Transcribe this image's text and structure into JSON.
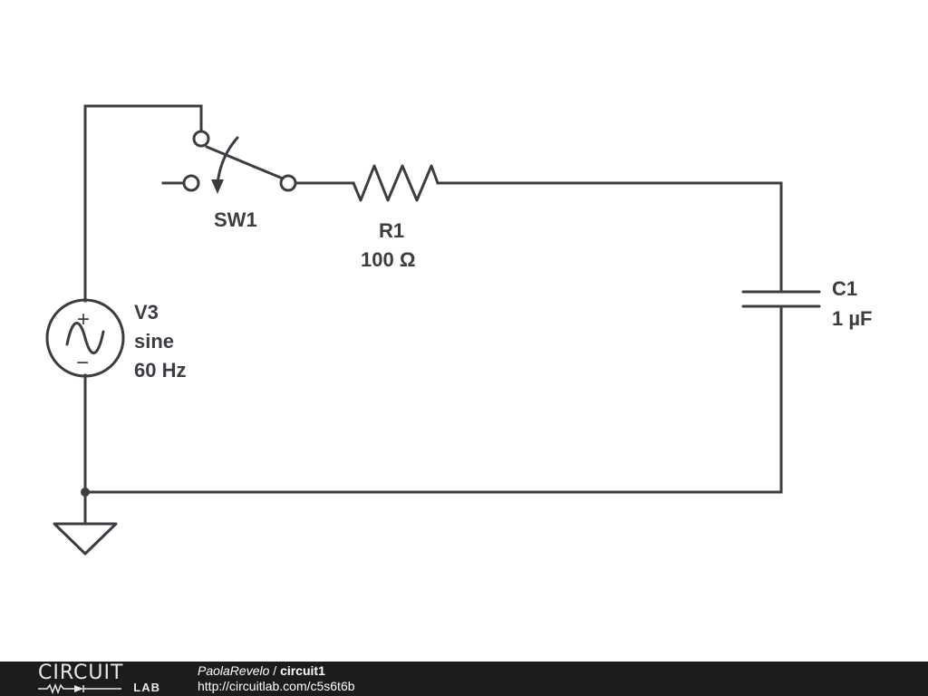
{
  "components": {
    "source": {
      "ref": "V3",
      "type": "sine",
      "frequency": "60 Hz",
      "polarity_plus": "+",
      "polarity_minus": "−"
    },
    "switch": {
      "ref": "SW1"
    },
    "resistor": {
      "ref": "R1",
      "value": "100 Ω"
    },
    "capacitor": {
      "ref": "C1",
      "value": "1 µF"
    }
  },
  "footer": {
    "logo_top": "CIRCUIT",
    "logo_bottom": "LAB",
    "author": "PaolaRevelo",
    "separator": " / ",
    "title": "circuit1",
    "url": "http://circuitlab.com/c5s6t6b"
  },
  "colors": {
    "ink": "#3a3e42",
    "footer_bg": "#1c1c1c",
    "background": "#ffffff"
  }
}
